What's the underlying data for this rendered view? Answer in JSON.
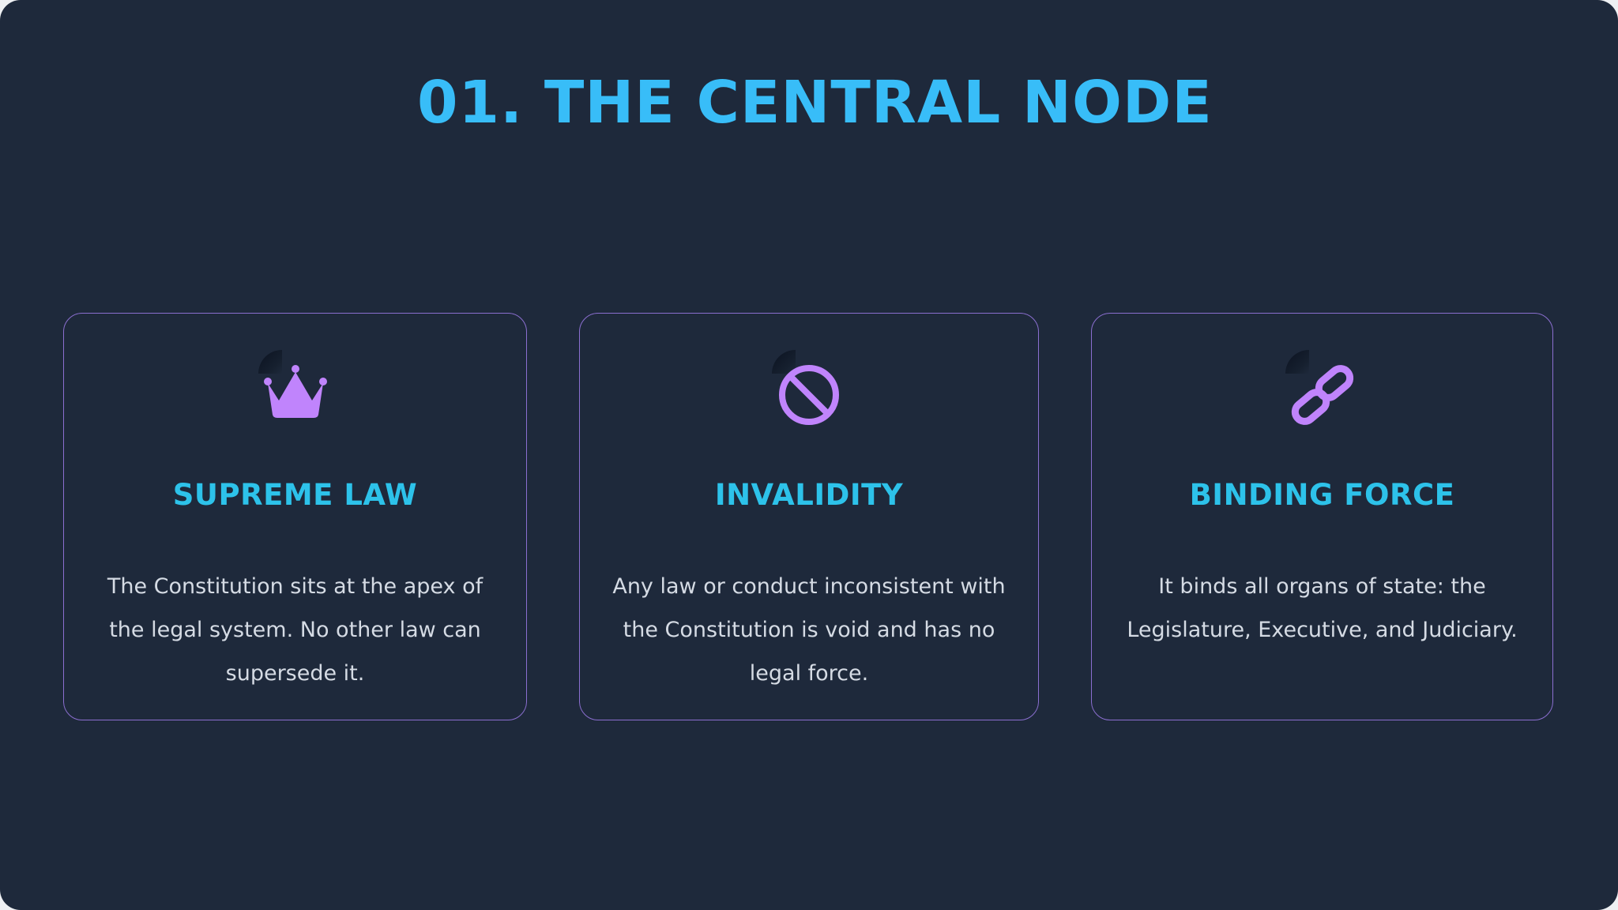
{
  "slide": {
    "title": "01. THE CENTRAL NODE"
  },
  "colors": {
    "background": "#1e293b",
    "title": "#38bdf8",
    "card_heading": "#2dc2ea",
    "card_border": "#8b6fd0",
    "icon": "#c084fc",
    "body_text": "#d5dbe4"
  },
  "cards": [
    {
      "icon": "crown-icon",
      "heading": "SUPREME LAW",
      "text": "The Constitution sits at the apex of the legal system. No other law can supersede it."
    },
    {
      "icon": "ban-icon",
      "heading": "INVALIDITY",
      "text": "Any law or conduct inconsistent with the Constitution is void and has no legal force."
    },
    {
      "icon": "link-icon",
      "heading": "BINDING FORCE",
      "text": "It binds all organs of state: the Legislature, Executive, and Judiciary."
    }
  ]
}
